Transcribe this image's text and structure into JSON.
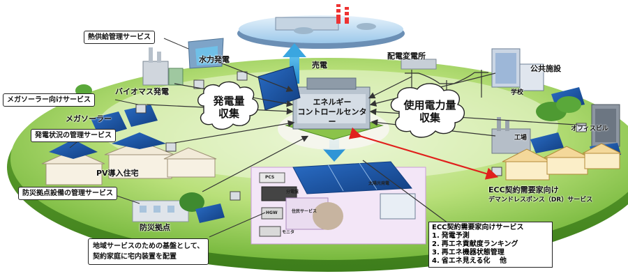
{
  "colors": {
    "disc_green": "#7cc043",
    "disc_light": "#b9e07a",
    "sky_blue": "#3399dd",
    "arrow_red": "#e0201c",
    "line_dark": "#333333"
  },
  "top_labels": {
    "sell_power": "売電",
    "substation": "配電変電所",
    "public_facility": "公共施設",
    "school": "学校",
    "hydro": "水力発電",
    "biomass": "バイオマス発電",
    "mega_solar": "メガソーラー",
    "factory": "工場",
    "office_building": "オフィスビル",
    "pv_housing": "PV導入住宅",
    "disaster_base": "防災拠点"
  },
  "services": {
    "heat_supply": "熱供給管理サービス",
    "mega_solar_service": "メガソーラー向けサービス",
    "generation_status": "発電状況の管理サービス",
    "disaster_equipment": "防災拠点設備の管理サービス",
    "infrastructure_line1": "地域サービスのための基盤として、",
    "infrastructure_line2": "契約家庭に宅内装置を配置"
  },
  "clouds": {
    "generation_collect_1": "発電量",
    "generation_collect_2": "収集",
    "usage_collect_1": "使用電力量",
    "usage_collect_2": "収集"
  },
  "center": {
    "line1": "エネルギー",
    "line2": "コントロールセンター"
  },
  "dr": {
    "title": "ECC契約需要家向け",
    "subtitle": "デマンドレスポンス（DR）サービス"
  },
  "ecc_services": {
    "title": "ECC契約需要家向けサービス",
    "items": [
      {
        "num": "1.",
        "text": "発電予測"
      },
      {
        "num": "2.",
        "text": "再エネ貢献度ランキング"
      },
      {
        "num": "3.",
        "text": "再エネ機器状態管理"
      },
      {
        "num": "4.",
        "text": "省エネ見える化　 他"
      }
    ]
  },
  "home_panel": {
    "pcs": "PCS",
    "distribution_board": "分電盤",
    "solar": "太陽光発電",
    "hgw": "HGW",
    "resident_service": "住民サービス",
    "monitor": "モニタ"
  }
}
